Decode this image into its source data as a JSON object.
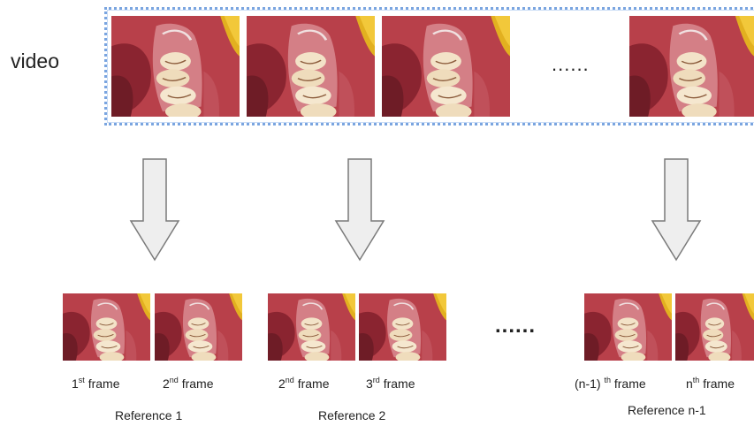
{
  "video_label": "video",
  "ellipsis_top": "......",
  "ellipsis_bottom": "......",
  "references": [
    {
      "label": "Reference 1",
      "frames": [
        {
          "prefix": "1",
          "sup": "st",
          "suffix": " frame"
        },
        {
          "prefix": "2",
          "sup": "nd",
          "suffix": "  frame"
        }
      ]
    },
    {
      "label": "Reference 2",
      "frames": [
        {
          "prefix": "2",
          "sup": "nd",
          "suffix": " frame"
        },
        {
          "prefix": "3",
          "sup": "rd",
          "suffix": "  frame"
        }
      ]
    },
    {
      "label": "Reference n-1",
      "frames": [
        {
          "prefix": "(n-1) ",
          "sup": "th",
          "suffix": " frame"
        },
        {
          "prefix": "n",
          "sup": "th",
          "suffix": " frame"
        }
      ]
    }
  ],
  "colors": {
    "strip_border": "#7aa5e0",
    "arrow_fill": "#eeeeee",
    "arrow_stroke": "#7a7a7a"
  }
}
